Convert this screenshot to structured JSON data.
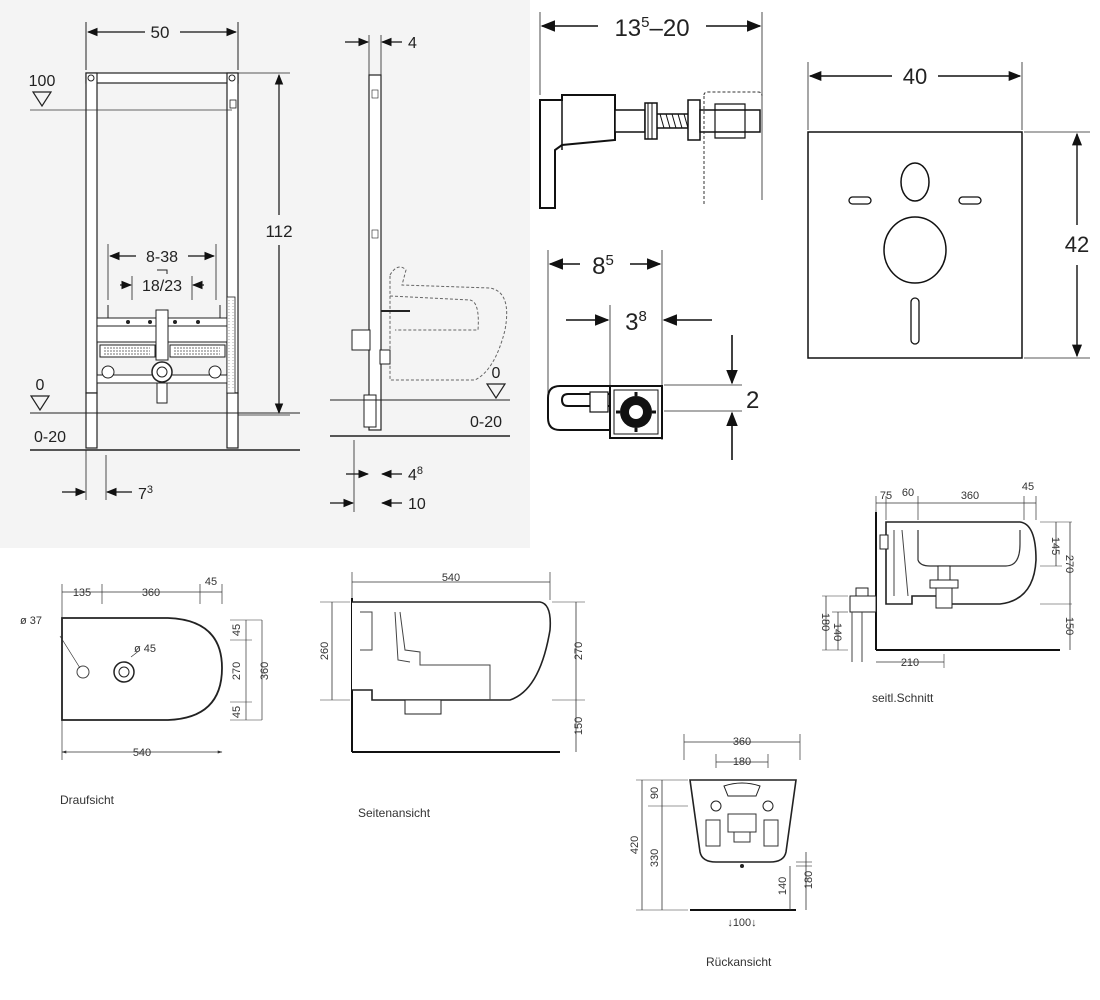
{
  "frame_front": {
    "width": "50",
    "height": "112",
    "top_level": "100",
    "floor_level": "0",
    "floor_range": "0-20",
    "connection_spacing": "8-38",
    "connection_inner": "18/23",
    "foot_offset_base": "7",
    "foot_offset_sup": "3"
  },
  "frame_side": {
    "depth": "4",
    "floor_level": "0",
    "floor_range": "0-20",
    "foot_base": "4",
    "foot_sup": "8",
    "base_depth": "10"
  },
  "bolt_detail": {
    "range_base": "13",
    "range_sup": "5",
    "range_end": "–20"
  },
  "clamp_detail": {
    "outer_base": "8",
    "outer_sup": "5",
    "inner_base": "3",
    "inner_sup": "8",
    "height": "2"
  },
  "panel_detail": {
    "width": "40",
    "height": "42"
  },
  "top_view": {
    "caption": "Draufsicht",
    "dim_a": "135",
    "dim_b": "360",
    "dim_c": "45",
    "dim_hole": "ø 37",
    "dim_bowl": "ø 45",
    "dim_total": "540",
    "dim_r1": "45",
    "dim_r2": "270",
    "dim_r3": "360",
    "dim_r4": "45"
  },
  "side_view": {
    "caption": "Seitenansicht",
    "dim_total": "540",
    "dim_left": "260",
    "dim_right": "270",
    "dim_bottom": "150"
  },
  "section_view": {
    "caption": "seitl.Schnitt",
    "dim_a": "75",
    "dim_b": "60",
    "dim_c": "360",
    "dim_d": "45",
    "dim_e": "145",
    "dim_f": "270",
    "dim_g": "150",
    "dim_h": "180",
    "dim_i": "140",
    "dim_j": "210"
  },
  "rear_view": {
    "caption": "Rückansicht",
    "dim_top": "360",
    "dim_inner": "180",
    "dim_90": "90",
    "dim_420": "420",
    "dim_330": "330",
    "dim_140": "140",
    "dim_180": "180",
    "dim_100": "↓100↓"
  }
}
